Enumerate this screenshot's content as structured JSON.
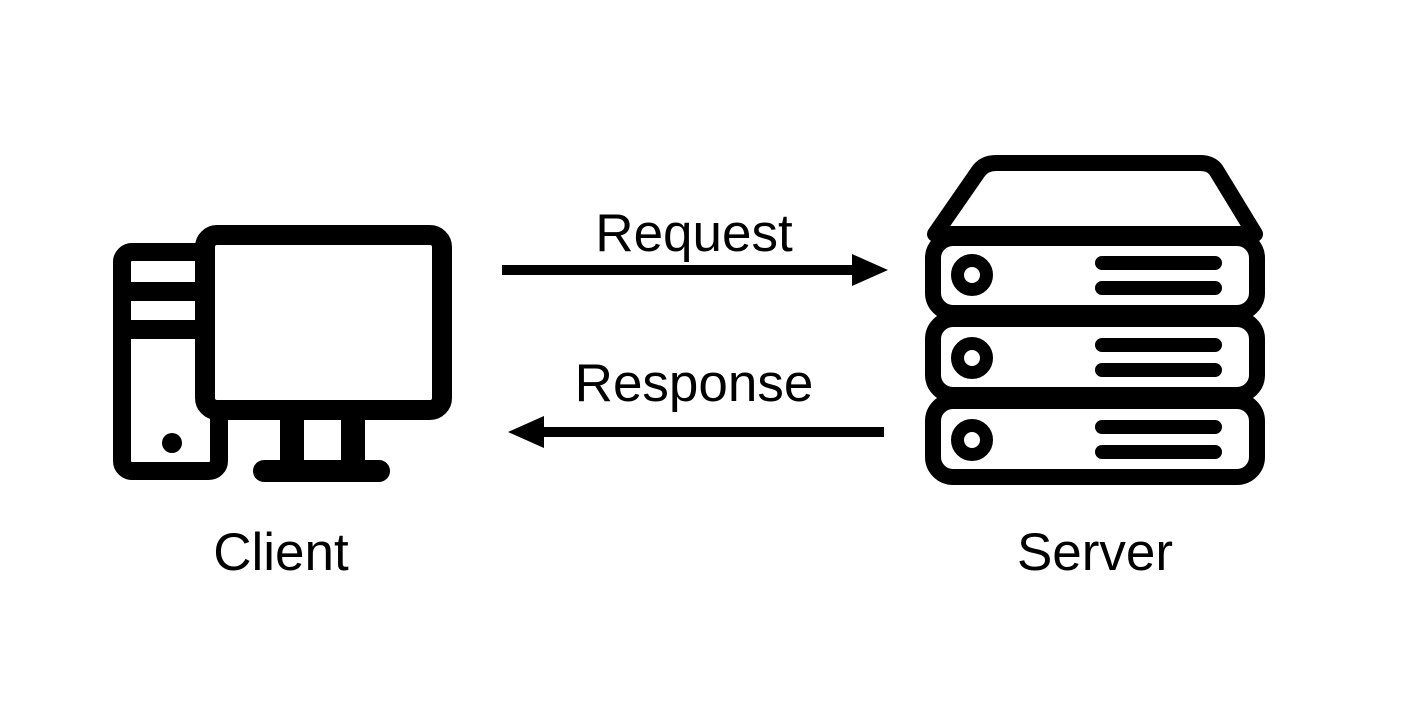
{
  "diagram": {
    "type": "client-server-communication",
    "nodes": [
      {
        "id": "client",
        "label": "Client",
        "icon": "desktop-computer-icon"
      },
      {
        "id": "server",
        "label": "Server",
        "icon": "server-stack-icon"
      }
    ],
    "edges": [
      {
        "from": "client",
        "to": "server",
        "label": "Request",
        "direction": "right"
      },
      {
        "from": "server",
        "to": "client",
        "label": "Response",
        "direction": "left"
      }
    ],
    "colors": {
      "foreground": "#000000",
      "background": "#ffffff"
    }
  }
}
